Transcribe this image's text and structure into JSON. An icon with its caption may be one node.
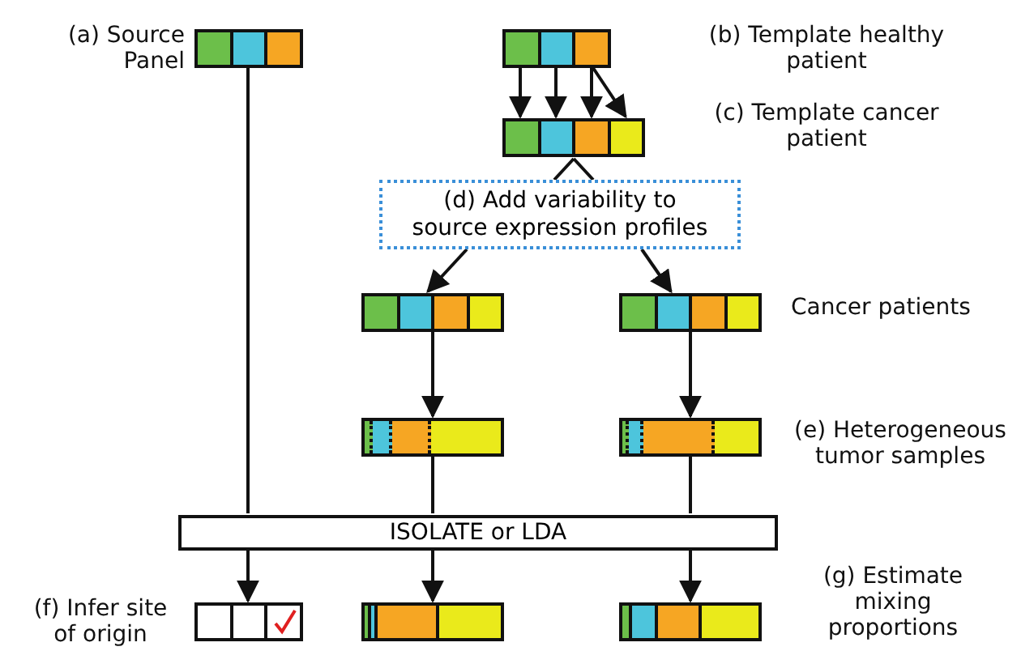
{
  "diagram": {
    "nodes": [
      {
        "text": [],
        "shape": "bar",
        "beside": [
          "(a) Source Panel"
        ]
      },
      {
        "text": [],
        "shape": "bar"
      },
      {
        "text": [],
        "shape": "bar"
      },
      {
        "text": [
          "(d) Add variability to source expression profiles"
        ]
      },
      {
        "text": [],
        "shape": "bar"
      },
      {
        "text": [],
        "shape": "bar",
        "beside": [
          "Cancer patients"
        ]
      },
      {
        "text": [],
        "shape": "bar"
      },
      {
        "text": [],
        "shape": "bar",
        "beside": [
          "(e) Heterogeneous tumor samples"
        ]
      },
      {
        "text": [
          "ISOLATE or LDA"
        ]
      },
      {
        "text": [],
        "shape": "bar",
        "beside": [
          "(f) Infer site of origin"
        ]
      },
      {
        "text": [],
        "shape": "bar"
      },
      {
        "text": [],
        "shape": "bar",
        "beside": [
          "(g) Estimate mixing proportions"
        ]
      }
    ],
    "edges": [
      {
        "from": 1,
        "to": 2,
        "arrow": "to"
      },
      {
        "from": 1,
        "to": 2,
        "arrow": "to"
      },
      {
        "from": 1,
        "to": 2,
        "arrow": "to"
      },
      {
        "from": 1,
        "to": 2,
        "arrow": "to"
      },
      {
        "from": 2,
        "to": 3,
        "arrow": "none"
      },
      {
        "from": 3,
        "to": 4,
        "arrow": "to"
      },
      {
        "from": 3,
        "to": 5,
        "arrow": "to"
      },
      {
        "from": 4,
        "to": 6,
        "arrow": "to"
      },
      {
        "from": 5,
        "to": 7,
        "arrow": "to"
      },
      {
        "from": 0,
        "to": 8,
        "arrow": "none"
      },
      {
        "from": 6,
        "to": 8,
        "arrow": "none"
      },
      {
        "from": 7,
        "to": 8,
        "arrow": "none"
      },
      {
        "from": 8,
        "to": 9,
        "arrow": "to"
      },
      {
        "from": 8,
        "to": 10,
        "arrow": "to"
      },
      {
        "from": 8,
        "to": 11,
        "arrow": "to"
      }
    ],
    "labels": [
      "(b) Template healthy patient",
      "(c) Template cancer patient"
    ]
  }
}
